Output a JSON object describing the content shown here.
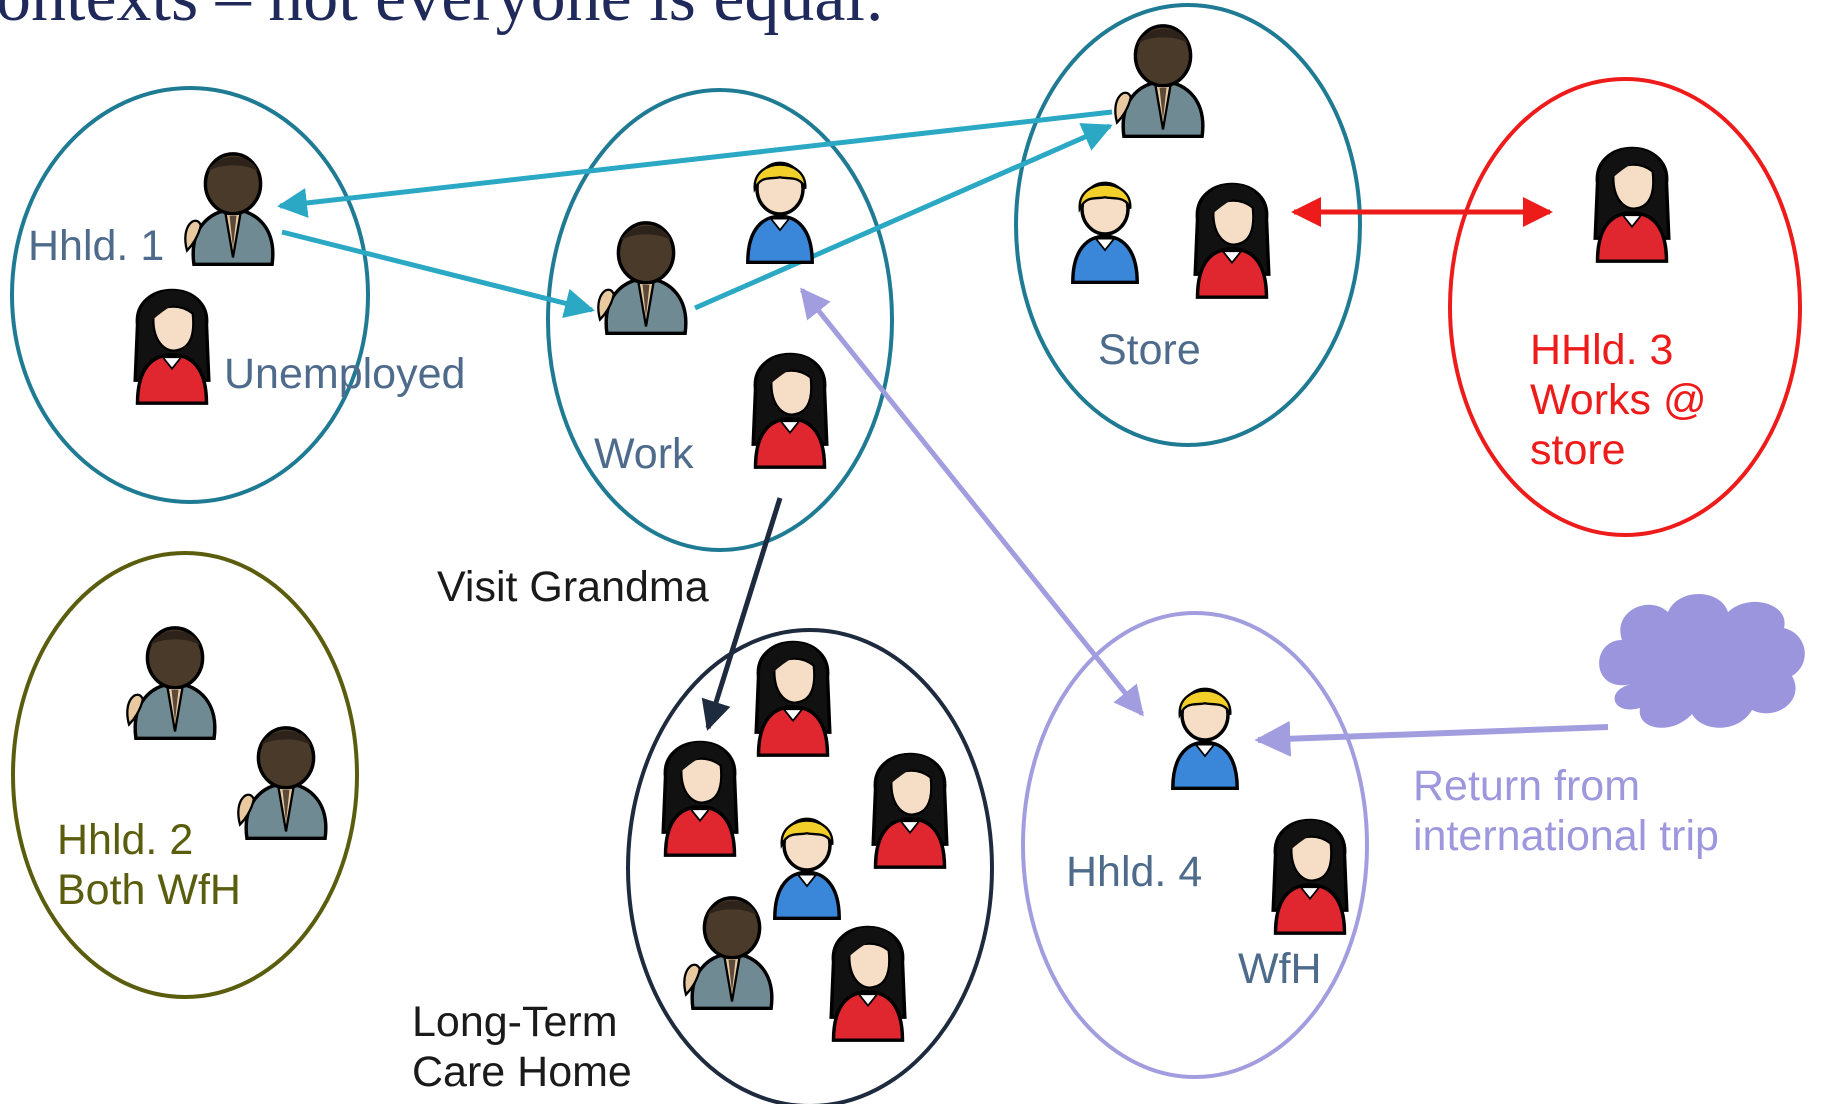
{
  "title": "ontexts – not everyone is equal:",
  "labels": {
    "hhld1": "Hhld. 1",
    "unemployed": "Unemployed",
    "work": "Work",
    "store": "Store",
    "hhld3_line1": "HHld. 3",
    "hhld3_line2": "Works @",
    "hhld3_line3": "store",
    "visit_grandma": "Visit Grandma",
    "hhld2_line1": "Hhld. 2",
    "hhld2_line2": "Both WfH",
    "ltc_line1": "Long-Term",
    "ltc_line2": "Care Home",
    "hhld4": "Hhld. 4",
    "wfh": "WfH",
    "return_line1": "Return from",
    "return_line2": "international trip"
  },
  "colors": {
    "teal": "#1f7a93",
    "teal_arrow": "#2aa8c4",
    "olive": "#5b5d0e",
    "red": "#ee1b1b",
    "navy": "#1e2a3d",
    "lavender": "#a29ddf",
    "cloud": "#9b95dd"
  },
  "icons": {
    "man_dark": "man-dark-skin-suit-icon",
    "woman": "woman-black-hair-red-shirt-icon",
    "boy": "person-blond-blue-shirt-icon"
  }
}
